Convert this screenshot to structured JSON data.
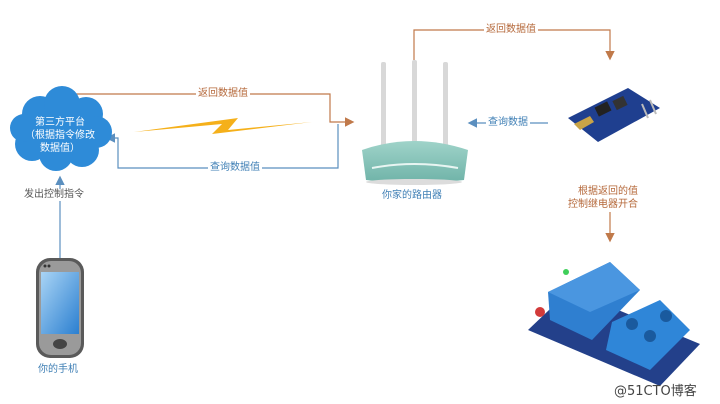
{
  "diagram": {
    "nodes": {
      "cloud": {
        "line1": "第三方平台",
        "line2": "（根据指令修改",
        "line3": "数据值）"
      },
      "phone": {
        "label": "你的手机"
      },
      "router": {
        "label": "你家的路由器"
      },
      "esp_module": {
        "label": ""
      },
      "relay": {
        "label": ""
      }
    },
    "edges": {
      "cloud_to_router_return": "返回数据值",
      "router_to_cloud_query": "查询数据值",
      "router_to_esp_return": "返回数据值",
      "esp_to_router_query": "查询数据",
      "phone_to_cloud": "发出控制指令",
      "esp_to_relay_line1": "根据返回的值",
      "esp_to_relay_line2": "控制继电器开合"
    },
    "watermark": "@51CTO博客"
  },
  "colors": {
    "orange_line": "#c0794a",
    "blue_line": "#5b8fbf",
    "cloud": "#2e8bd8",
    "lightning": "#f5b01a",
    "router": "#8fc9c0",
    "relay": "#2f7fd0",
    "esp_board": "#1f3f8f"
  }
}
